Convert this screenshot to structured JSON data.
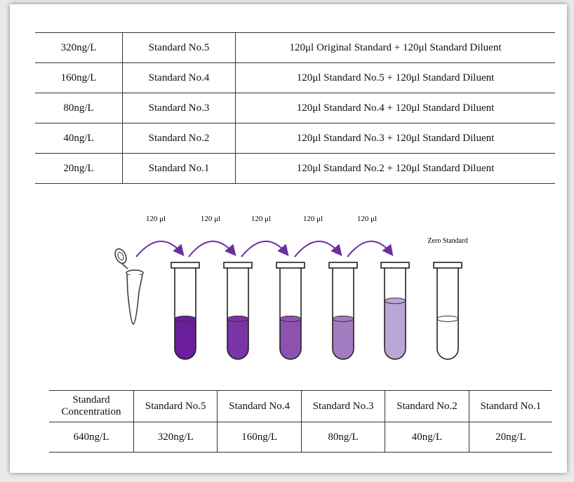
{
  "dilution_table": [
    {
      "concentration": "320ng/L",
      "standard": "Standard No.5",
      "procedure": "120μl Original Standard + 120μl Standard Diluent"
    },
    {
      "concentration": "160ng/L",
      "standard": "Standard No.4",
      "procedure": "120μl Standard No.5 + 120μl Standard Diluent"
    },
    {
      "concentration": "80ng/L",
      "standard": "Standard No.3",
      "procedure": "120μl Standard No.4 + 120μl Standard Diluent"
    },
    {
      "concentration": "40ng/L",
      "standard": "Standard No.2",
      "procedure": "120μl Standard No.3 + 120μl Standard Diluent"
    },
    {
      "concentration": "20ng/L",
      "standard": "Standard No.1",
      "procedure": "120μl Standard No.2 + 120μl Standard Diluent"
    }
  ],
  "figure": {
    "transfer_labels": [
      "120 μl",
      "120 μl",
      "120 μl",
      "120 μl",
      "120 μl"
    ],
    "zero_standard_label": "Zero Standard",
    "tube_fills": [
      {
        "color": "#6a1e9a",
        "level": 0.45
      },
      {
        "color": "#7b34a6",
        "level": 0.45
      },
      {
        "color": "#8d52b0",
        "level": 0.45
      },
      {
        "color": "#a27cc0",
        "level": 0.45
      },
      {
        "color": "#bba5d5",
        "level": 0.65
      },
      {
        "color": "#ffffff",
        "level": 0.45
      }
    ],
    "arrow_color": "#6b2fa0"
  },
  "concentration_table": {
    "header_label_line1": "Standard",
    "header_label_line2": "Concentration",
    "headers": [
      "Standard No.5",
      "Standard No.4",
      "Standard No.3",
      "Standard No.2",
      "Standard No.1"
    ],
    "first_value": "640ng/L",
    "values": [
      "320ng/L",
      "160ng/L",
      "80ng/L",
      "40ng/L",
      "20ng/L"
    ]
  }
}
